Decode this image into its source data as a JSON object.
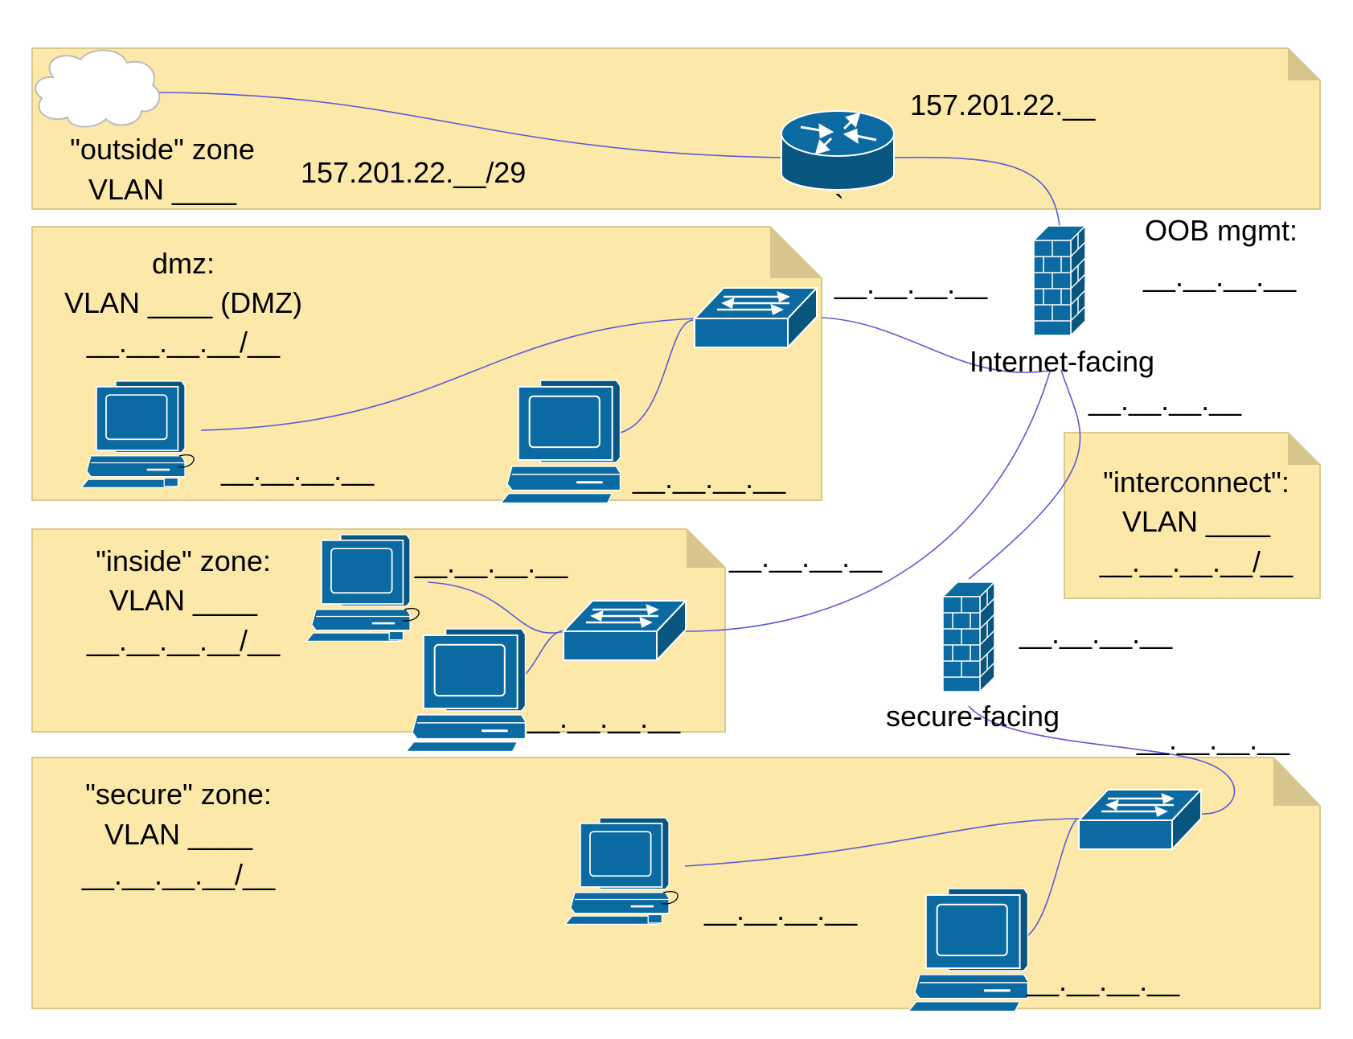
{
  "zones": {
    "outside": {
      "line1": "\"outside\" zone",
      "line2": "VLAN ____",
      "subnet": "157.201.22.__/29",
      "router_ip": "157.201.22.__"
    },
    "dmz": {
      "line1": "dmz:",
      "line2": "VLAN ____ (DMZ)",
      "subnet": "__.__.__.__/__",
      "host1_ip": "__.__.__.__",
      "host2_ip": "__.__.__.__",
      "switch_ip": "__.__.__.__"
    },
    "inside": {
      "line1": "\"inside\" zone:",
      "line2": "VLAN ____",
      "subnet": "__.__.__.__/__",
      "host1_ip": "__.__.__.__",
      "host2_ip": "__.__.__.__",
      "uplink_ip": "__.__.__.__"
    },
    "secure": {
      "line1": "\"secure\" zone:",
      "line2": "VLAN ____",
      "subnet": "__.__.__.__/__",
      "host1_ip": "__.__.__.__",
      "host2_ip": "__.__.__.__",
      "uplink_ip": "__.__.__.__"
    },
    "interconnect": {
      "line1": "\"interconnect\":",
      "line2": "VLAN ____",
      "subnet": "__.__.__.__/__"
    }
  },
  "firewalls": {
    "internet": {
      "label": "Internet-facing",
      "oob_label": "OOB mgmt:",
      "oob_ip": "__.__.__.__",
      "interconnect_ip": "__.__.__.__"
    },
    "secure": {
      "label": "secure-facing",
      "interconnect_ip": "__.__.__.__"
    }
  },
  "stray_mark": "`",
  "colors": {
    "zone_fill": "#fce9a9",
    "zone_border": "#d9c98a",
    "device": "#0a6aa1",
    "link": "#5b5bd6"
  },
  "icons": [
    "cloud-icon",
    "router-icon",
    "switch-icon",
    "firewall-icon",
    "workstation-icon"
  ]
}
